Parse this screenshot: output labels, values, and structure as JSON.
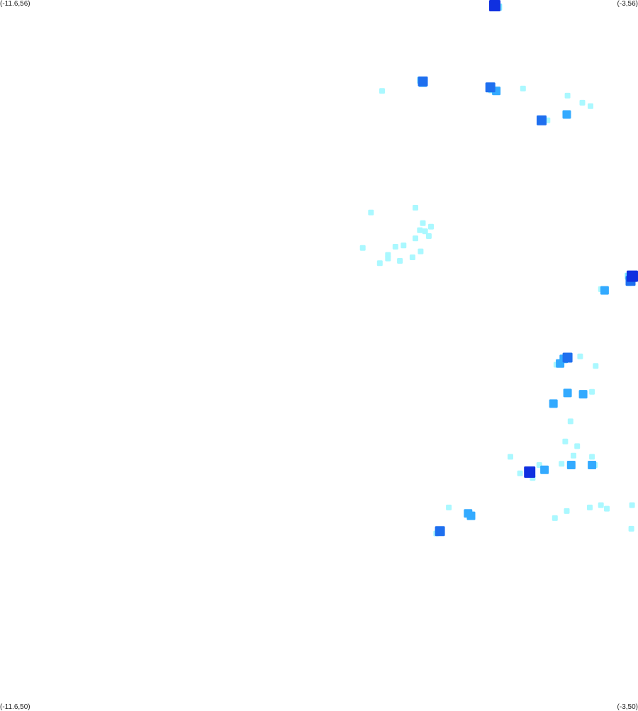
{
  "map": {
    "corners": {
      "top_left": "(-11.6,56)",
      "top_right": "(-3,56)",
      "bottom_left": "(-11.6,50)",
      "bottom_right": "(-3,50)"
    },
    "extent": {
      "lon_min": -11.6,
      "lon_max": -3,
      "lat_min": 50,
      "lat_max": 56
    },
    "colors": {
      "background": "#ffffff",
      "level_1": "#aaf8ff",
      "level_2": "#7ee8ff",
      "level_3": "#33aaff",
      "level_4": "#1e6fef",
      "level_5": "#1030e0"
    },
    "cells": [
      {
        "lon": -4.93,
        "lat": 55.99,
        "level": 5
      },
      {
        "lon": -4.88,
        "lat": 55.94,
        "level": 2
      },
      {
        "lon": -5.9,
        "lat": 55.31,
        "level": 4
      },
      {
        "lon": -5.9,
        "lat": 55.3,
        "level": 3
      },
      {
        "lon": -5.93,
        "lat": 55.32,
        "level": 2
      },
      {
        "lon": -4.99,
        "lat": 55.26,
        "level": 4
      },
      {
        "lon": -4.91,
        "lat": 55.23,
        "level": 3
      },
      {
        "lon": -4.97,
        "lat": 55.24,
        "level": 2
      },
      {
        "lon": -6.45,
        "lat": 55.23,
        "level": 1
      },
      {
        "lon": -4.55,
        "lat": 55.25,
        "level": 1
      },
      {
        "lon": -3.95,
        "lat": 55.19,
        "level": 1
      },
      {
        "lon": -3.75,
        "lat": 55.13,
        "level": 1
      },
      {
        "lon": -3.64,
        "lat": 55.1,
        "level": 1
      },
      {
        "lon": -3.96,
        "lat": 55.03,
        "level": 3
      },
      {
        "lon": -3.98,
        "lat": 55.04,
        "level": 1
      },
      {
        "lon": -4.3,
        "lat": 54.98,
        "level": 4
      },
      {
        "lon": -4.22,
        "lat": 54.98,
        "level": 1
      },
      {
        "lon": -6.6,
        "lat": 54.2,
        "level": 1
      },
      {
        "lon": -6.0,
        "lat": 54.24,
        "level": 1
      },
      {
        "lon": -5.9,
        "lat": 54.11,
        "level": 1
      },
      {
        "lon": -5.79,
        "lat": 54.08,
        "level": 1
      },
      {
        "lon": -5.94,
        "lat": 54.05,
        "level": 1
      },
      {
        "lon": -5.87,
        "lat": 54.04,
        "level": 1
      },
      {
        "lon": -5.82,
        "lat": 54.0,
        "level": 1
      },
      {
        "lon": -6.0,
        "lat": 53.98,
        "level": 1
      },
      {
        "lon": -6.16,
        "lat": 53.92,
        "level": 1
      },
      {
        "lon": -6.27,
        "lat": 53.91,
        "level": 1
      },
      {
        "lon": -6.71,
        "lat": 53.9,
        "level": 1
      },
      {
        "lon": -5.93,
        "lat": 53.87,
        "level": 1
      },
      {
        "lon": -6.37,
        "lat": 53.84,
        "level": 1
      },
      {
        "lon": -6.04,
        "lat": 53.82,
        "level": 1
      },
      {
        "lon": -6.21,
        "lat": 53.79,
        "level": 1
      },
      {
        "lon": -6.37,
        "lat": 53.81,
        "level": 1
      },
      {
        "lon": -6.48,
        "lat": 53.77,
        "level": 1
      },
      {
        "lon": -3.05,
        "lat": 53.66,
        "level": 5
      },
      {
        "lon": -3.1,
        "lat": 53.62,
        "level": 4
      },
      {
        "lon": -3.13,
        "lat": 53.66,
        "level": 2
      },
      {
        "lon": -3.12,
        "lat": 53.6,
        "level": 1
      },
      {
        "lon": -3.45,
        "lat": 53.54,
        "level": 3
      },
      {
        "lon": -3.5,
        "lat": 53.55,
        "level": 1
      },
      {
        "lon": -3.95,
        "lat": 52.97,
        "level": 4
      },
      {
        "lon": -4.0,
        "lat": 52.96,
        "level": 3
      },
      {
        "lon": -3.78,
        "lat": 52.98,
        "level": 1
      },
      {
        "lon": -4.05,
        "lat": 52.92,
        "level": 3
      },
      {
        "lon": -4.1,
        "lat": 52.91,
        "level": 1
      },
      {
        "lon": -3.57,
        "lat": 52.9,
        "level": 1
      },
      {
        "lon": -3.95,
        "lat": 52.67,
        "level": 3
      },
      {
        "lon": -3.74,
        "lat": 52.66,
        "level": 3
      },
      {
        "lon": -3.62,
        "lat": 52.68,
        "level": 1
      },
      {
        "lon": -4.14,
        "lat": 52.58,
        "level": 3
      },
      {
        "lon": -3.91,
        "lat": 52.43,
        "level": 1
      },
      {
        "lon": -3.82,
        "lat": 52.22,
        "level": 1
      },
      {
        "lon": -3.98,
        "lat": 52.26,
        "level": 1
      },
      {
        "lon": -3.87,
        "lat": 52.14,
        "level": 1
      },
      {
        "lon": -3.62,
        "lat": 52.13,
        "level": 1
      },
      {
        "lon": -3.9,
        "lat": 52.06,
        "level": 3
      },
      {
        "lon": -4.03,
        "lat": 52.07,
        "level": 1
      },
      {
        "lon": -3.62,
        "lat": 52.06,
        "level": 3
      },
      {
        "lon": -3.58,
        "lat": 52.06,
        "level": 1
      },
      {
        "lon": -4.33,
        "lat": 52.06,
        "level": 1
      },
      {
        "lon": -4.72,
        "lat": 52.13,
        "level": 1
      },
      {
        "lon": -4.46,
        "lat": 52.0,
        "level": 5
      },
      {
        "lon": -4.26,
        "lat": 52.02,
        "level": 3
      },
      {
        "lon": -4.59,
        "lat": 51.99,
        "level": 1
      },
      {
        "lon": -4.42,
        "lat": 51.95,
        "level": 1
      },
      {
        "lon": -3.5,
        "lat": 51.72,
        "level": 1
      },
      {
        "lon": -3.42,
        "lat": 51.69,
        "level": 1
      },
      {
        "lon": -3.65,
        "lat": 51.7,
        "level": 1
      },
      {
        "lon": -3.08,
        "lat": 51.72,
        "level": 1
      },
      {
        "lon": -4.12,
        "lat": 51.61,
        "level": 1
      },
      {
        "lon": -3.96,
        "lat": 51.67,
        "level": 1
      },
      {
        "lon": -5.55,
        "lat": 51.7,
        "level": 1
      },
      {
        "lon": -5.29,
        "lat": 51.65,
        "level": 3
      },
      {
        "lon": -5.25,
        "lat": 51.63,
        "level": 3
      },
      {
        "lon": -5.67,
        "lat": 51.5,
        "level": 4
      },
      {
        "lon": -5.72,
        "lat": 51.48,
        "level": 1
      },
      {
        "lon": -3.09,
        "lat": 51.52,
        "level": 1
      }
    ]
  }
}
